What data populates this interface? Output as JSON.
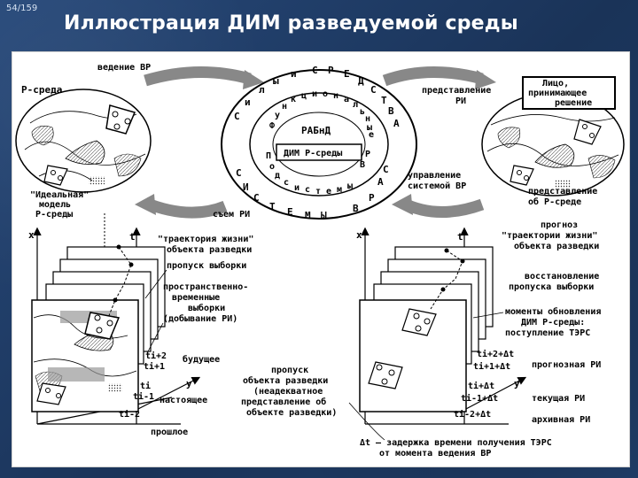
{
  "slide": {
    "counter": "54/159",
    "title": "Иллюстрация ДИМ разведуемой среды"
  },
  "diagram": {
    "top": {
      "vedenie_vr": "ведение ВР",
      "r_sreda": "Р-среда",
      "ideal_model": [
        "\"Идеальная\"",
        "модель",
        "Р-среды"
      ],
      "siem_ri": "съем РИ",
      "predstavlenie_ri": [
        "представление",
        "РИ"
      ],
      "lico_box": [
        "Лицо,",
        "принимающее",
        "решение"
      ],
      "upravlenie": [
        "управление",
        "системой ВР"
      ],
      "predstavlenie_ob": [
        "представление",
        "об Р-среде"
      ],
      "ring_letters": [
        "С",
        "и",
        "л",
        "ы",
        "и",
        "С",
        "Р",
        "Е",
        "Д",
        "С",
        "Т",
        "В",
        "А",
        "Ф",
        "у",
        "н",
        "к",
        "ц",
        "и",
        "о",
        "н",
        "а",
        "л",
        "ь",
        "н",
        "ы",
        "е",
        "П",
        "о",
        "д",
        "с",
        "и",
        "с",
        "т",
        "е",
        "м",
        "ы",
        "В",
        "Р",
        "С",
        "И",
        "С",
        "Т",
        "Е",
        "М",
        "Ы",
        "В",
        "Р",
        "А",
        "С"
      ],
      "rabnd": "РАБнД",
      "dim_box": "ДИМ Р-среды"
    },
    "left": {
      "axis_x": "x",
      "axis_t": "t",
      "axis_y": "y",
      "trajectory": [
        "\"траектория жизни\"",
        "объекта разведки"
      ],
      "propusk": "пропуск выборки",
      "spatial": [
        "пространственно-",
        "временные",
        "выборки",
        "(добывание РИ)"
      ],
      "t_ip2": "ti+2",
      "t_ip1": "ti+1",
      "t_i": "ti",
      "t_im1": "ti-1",
      "t_im2": "ti-2",
      "future": "будущее",
      "present": "настоящее",
      "past": "прошлое"
    },
    "center": {
      "miss": [
        "пропуск",
        "объекта разведки",
        "(неадекватное",
        "представление об",
        "объекте разведки)"
      ]
    },
    "right": {
      "axis_x": "x",
      "axis_t": "t",
      "axis_y": "y",
      "forecast": [
        "прогноз",
        "\"траектории жизни\"",
        "объекта разведки"
      ],
      "restore": [
        "восстановление",
        "пропуска выборки"
      ],
      "moments": [
        "моменты обновления",
        "ДИМ Р-среды:",
        "поступление ТЭРС"
      ],
      "t_ip2": "ti+2+Δt",
      "t_ip1": "ti+1+Δt",
      "t_i": "ti+Δt",
      "t_im1": "ti-1+Δt",
      "t_im2": "ti-2+Δt",
      "forecast_ri": "прогнозная РИ",
      "current_ri": "текущая РИ",
      "archive_ri": "архивная РИ"
    },
    "footnote": [
      "Δt – задержка времени получения ТЭРС",
      "от момента ведения ВР"
    ]
  }
}
